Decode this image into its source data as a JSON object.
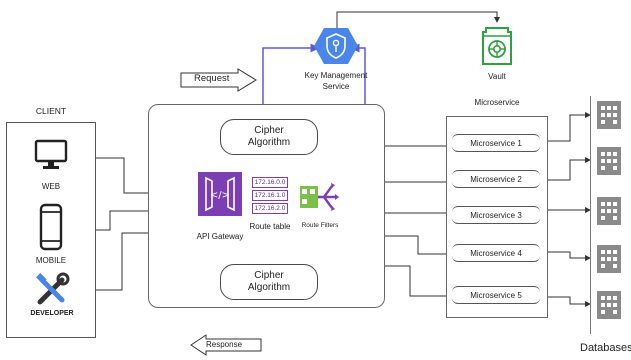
{
  "client": {
    "title": "CLIENT",
    "web": "WEB",
    "mobile": "MOBILE",
    "developer": "DEVELOPER"
  },
  "flow": {
    "request": "Request",
    "response": "Response"
  },
  "kms": {
    "label": "Key Management Service"
  },
  "vault": {
    "label": "Vault"
  },
  "gateway": {
    "cipher_top": [
      "Cipher",
      "Algorithm"
    ],
    "cipher_bottom": [
      "Cipher",
      "Algorithm"
    ],
    "api_gateway": "API Gateway",
    "route_table": "Route table",
    "route_filters": "Route Filters",
    "routes": [
      "172.16.0.0",
      "172.16.1.0",
      "172.16.2.0"
    ]
  },
  "microservice": {
    "title": "Microservice",
    "items": [
      "Microservice 1",
      "Microservice 2",
      "Microservice 3",
      "Microservice 4",
      "Microservice 5"
    ]
  },
  "databases": {
    "label": "Databases"
  },
  "colors": {
    "kms_blue": "#4a86e8",
    "vault_green": "#2f9e44",
    "gateway_purple": "#7b3fb3",
    "route_green": "#7cc04b",
    "key_line": "#5b5bd6",
    "db_gray": "#8a8a8a"
  }
}
